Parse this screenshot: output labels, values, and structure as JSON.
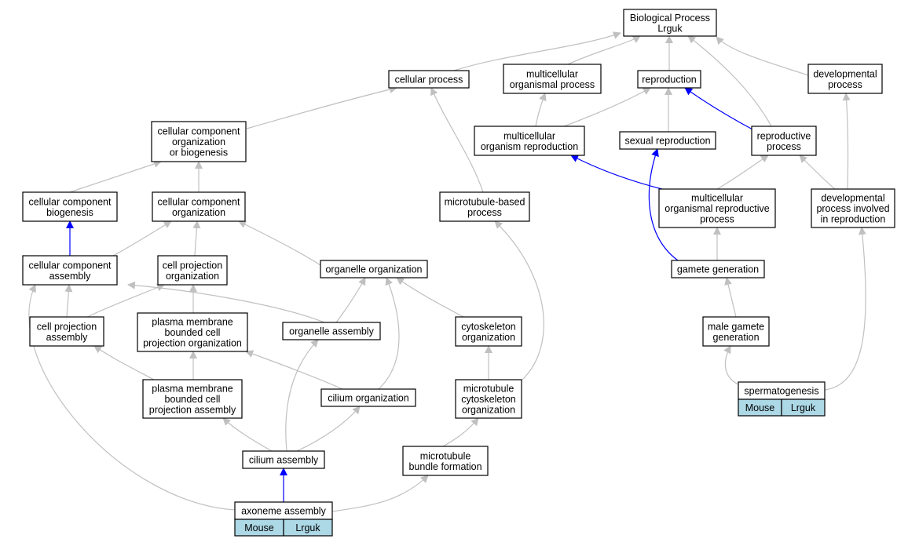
{
  "colors": {
    "edge_gray": "#c0c0c0",
    "edge_blue": "#0000ff",
    "node_fill": "#ffffff",
    "node_border": "#000000",
    "annotation_fill": "#add8e6"
  },
  "nodes": [
    {
      "id": "bp",
      "lines": [
        "Biological Process",
        "Lrguk"
      ]
    },
    {
      "id": "cp",
      "lines": [
        "cellular process"
      ]
    },
    {
      "id": "mop",
      "lines": [
        "multicellular",
        "organismal process"
      ]
    },
    {
      "id": "rep",
      "lines": [
        "reproduction"
      ]
    },
    {
      "id": "dev",
      "lines": [
        "developmental",
        "process"
      ]
    },
    {
      "id": "ccob",
      "lines": [
        "cellular component",
        "organization",
        "or biogenesis"
      ]
    },
    {
      "id": "mor",
      "lines": [
        "multicellular",
        "organism reproduction"
      ]
    },
    {
      "id": "sr",
      "lines": [
        "sexual reproduction"
      ]
    },
    {
      "id": "rp",
      "lines": [
        "reproductive",
        "process"
      ]
    },
    {
      "id": "ccb",
      "lines": [
        "cellular component",
        "biogenesis"
      ]
    },
    {
      "id": "cco",
      "lines": [
        "cellular component",
        "organization"
      ]
    },
    {
      "id": "mbp",
      "lines": [
        "microtubule-based",
        "process"
      ]
    },
    {
      "id": "morp",
      "lines": [
        "multicellular",
        "organismal reproductive",
        "process"
      ]
    },
    {
      "id": "dpir",
      "lines": [
        "developmental",
        "process involved",
        "in reproduction"
      ]
    },
    {
      "id": "cca",
      "lines": [
        "cellular component",
        "assembly"
      ]
    },
    {
      "id": "cpo",
      "lines": [
        "cell projection",
        "organization"
      ]
    },
    {
      "id": "oo",
      "lines": [
        "organelle organization"
      ]
    },
    {
      "id": "gg",
      "lines": [
        "gamete generation"
      ]
    },
    {
      "id": "cpa",
      "lines": [
        "cell projection",
        "assembly"
      ]
    },
    {
      "id": "pmbcpo",
      "lines": [
        "plasma membrane",
        "bounded cell",
        "projection organization"
      ]
    },
    {
      "id": "oa",
      "lines": [
        "organelle assembly"
      ]
    },
    {
      "id": "co",
      "lines": [
        "cytoskeleton",
        "organization"
      ]
    },
    {
      "id": "mgg",
      "lines": [
        "male gamete",
        "generation"
      ]
    },
    {
      "id": "pmbcpa",
      "lines": [
        "plasma membrane",
        "bounded cell",
        "projection assembly"
      ]
    },
    {
      "id": "cio",
      "lines": [
        "cilium organization"
      ]
    },
    {
      "id": "mco",
      "lines": [
        "microtubule",
        "cytoskeleton",
        "organization"
      ]
    },
    {
      "id": "spg",
      "lines": [
        "spermatogenesis"
      ],
      "annotations": [
        "Mouse",
        "Lrguk"
      ]
    },
    {
      "id": "ca",
      "lines": [
        "cilium assembly"
      ]
    },
    {
      "id": "mbf",
      "lines": [
        "microtubule",
        "bundle formation"
      ]
    },
    {
      "id": "axa",
      "lines": [
        "axoneme assembly"
      ],
      "annotations": [
        "Mouse",
        "Lrguk"
      ]
    }
  ]
}
